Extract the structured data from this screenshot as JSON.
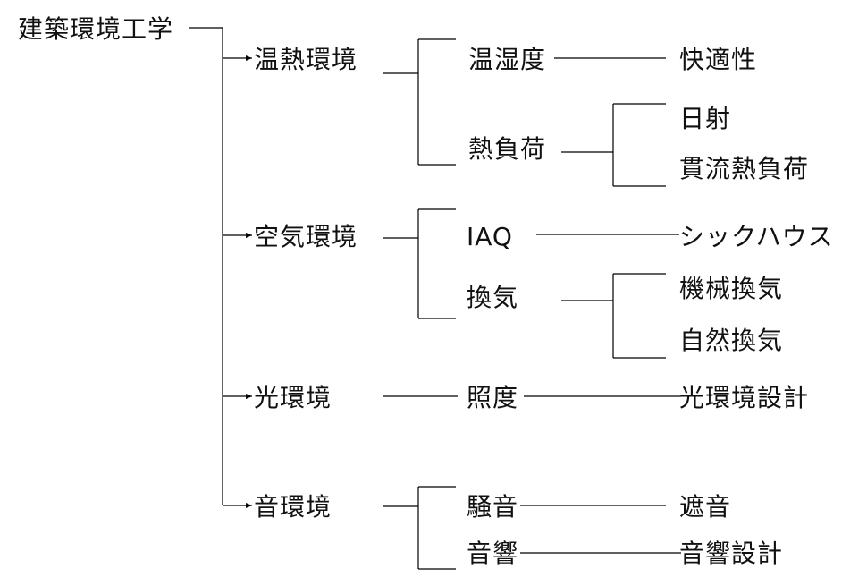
{
  "root": "建築環境工学",
  "level1": [
    "温熱環境",
    "空気環境",
    "光環境",
    "音環境"
  ],
  "level2": [
    "温湿度",
    "熱負荷",
    "IAQ",
    "換気",
    "照度",
    "騒音",
    "音響"
  ],
  "level3": [
    "快適性",
    "日射",
    "貫流熱負荷",
    "シックハウス",
    "機械換気",
    "自然換気",
    "光環境設計",
    "遮音",
    "音響設計"
  ],
  "line_color": "#000000"
}
